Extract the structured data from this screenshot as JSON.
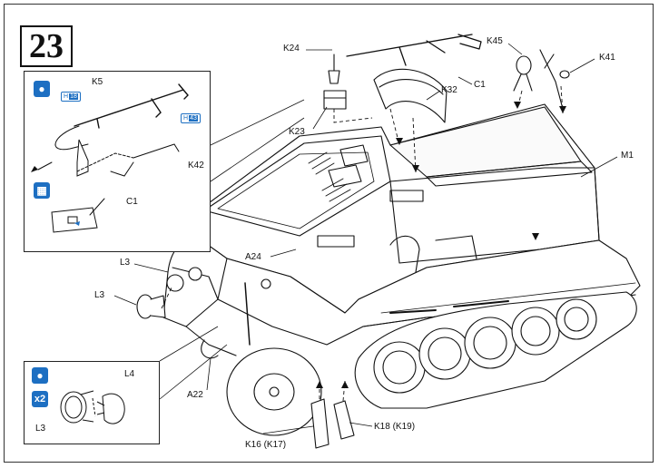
{
  "step_number": "23",
  "labels": {
    "k24": "K24",
    "k45": "K45",
    "k41": "K41",
    "c1_main": "C1",
    "k32": "K32",
    "m1": "M1",
    "k23": "K23",
    "a24": "A24",
    "l3_upper": "L3",
    "l3_mid": "L3",
    "a22": "A22",
    "k16": "K16 (K17)",
    "k18": "K18 (K19)",
    "k5": "K5",
    "k42": "K42",
    "c1_inset": "C1",
    "l4": "L4",
    "l3_inset": "L3"
  },
  "paint_tags": {
    "tag1_text": "H",
    "tag1_num": "18",
    "tag2_text": "H",
    "tag2_num": "43"
  },
  "inset_icons": {
    "glue_icon": "paint-drop-icon",
    "sprue_icon": "sprue-icon",
    "multiply_label": "x2"
  },
  "colors": {
    "accent": "#1d6fc2",
    "line": "#111111"
  }
}
